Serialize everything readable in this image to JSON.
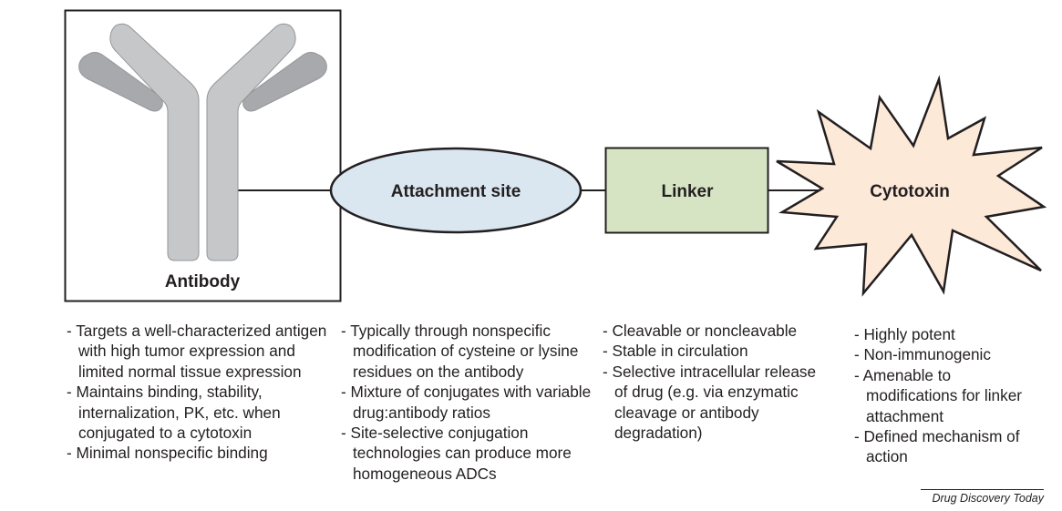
{
  "nodes": {
    "antibody": {
      "label": "Antibody"
    },
    "attachment_site": {
      "label": "Attachment site",
      "fill": "#dae6f0"
    },
    "linker": {
      "label": "Linker",
      "fill": "#d6e4c4"
    },
    "cytotoxin": {
      "label": "Cytotoxin",
      "fill": "#fde9d8"
    }
  },
  "colors": {
    "outline": "#231f20",
    "antibody_heavy_chain": "#c6c7c9",
    "antibody_light_chain": "#a7a9ac",
    "antibody_stroke": "#939598"
  },
  "descriptions": {
    "antibody": [
      "Targets a well-characterized antigen with high tumor expression and limited normal tissue expression",
      "Maintains binding, stability, internalization, PK, etc. when conjugated to a cytotoxin",
      "Minimal nonspecific binding"
    ],
    "attachment_site": [
      "Typically through nonspecific modification of cysteine or lysine residues on the antibody",
      "Mixture of conjugates with variable drug:antibody ratios",
      "Site-selective conjugation technologies can produce more homogeneous ADCs"
    ],
    "linker": [
      "Cleavable or noncleavable",
      "Stable in circulation",
      "Selective intracellular release of drug (e.g. via enzymatic cleavage or antibody degradation)"
    ],
    "cytotoxin": [
      "Highly potent",
      "Non-immunogenic",
      "Amenable to modifications for linker attachment",
      "Defined mechanism of action"
    ]
  },
  "credit": "Drug Discovery Today"
}
